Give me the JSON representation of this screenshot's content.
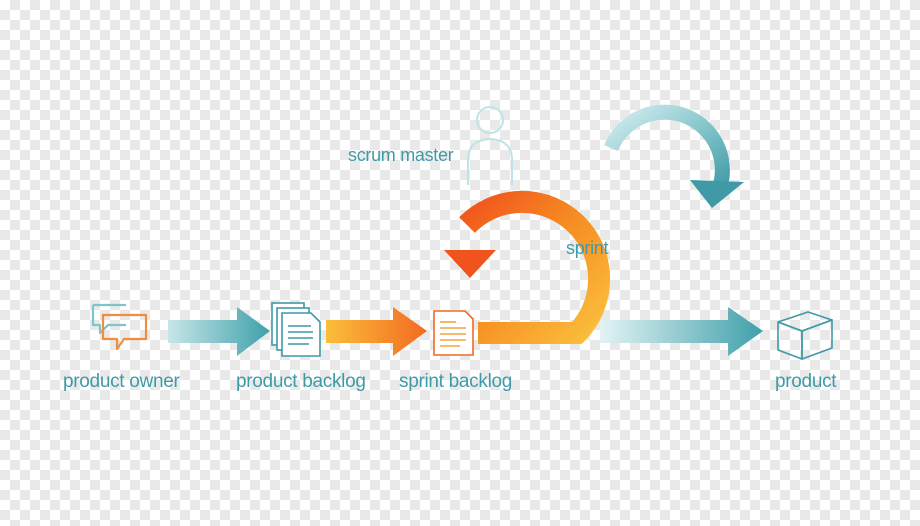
{
  "labels": {
    "product_owner": "product owner",
    "product_backlog": "product backlog",
    "sprint_backlog": "sprint backlog",
    "product": "product",
    "scrum_master": "scrum master",
    "sprint": "sprint"
  },
  "colors": {
    "teal": "#4aa7b0",
    "teal_light": "#bfe1e4",
    "orange": "#f26a21",
    "amber": "#f9b233",
    "label": "#3f9aa8"
  }
}
